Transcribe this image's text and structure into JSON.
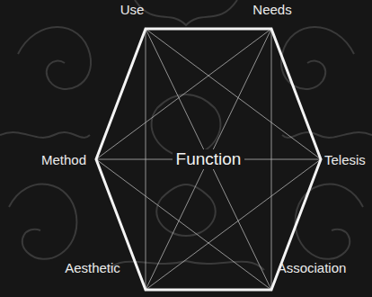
{
  "diagram": {
    "nodes": [
      {
        "text": [
          "Function"
        ]
      }
    ],
    "labels": [
      "Use",
      "Needs",
      "Telesis",
      "Association",
      "Aesthetic",
      "Method"
    ]
  }
}
